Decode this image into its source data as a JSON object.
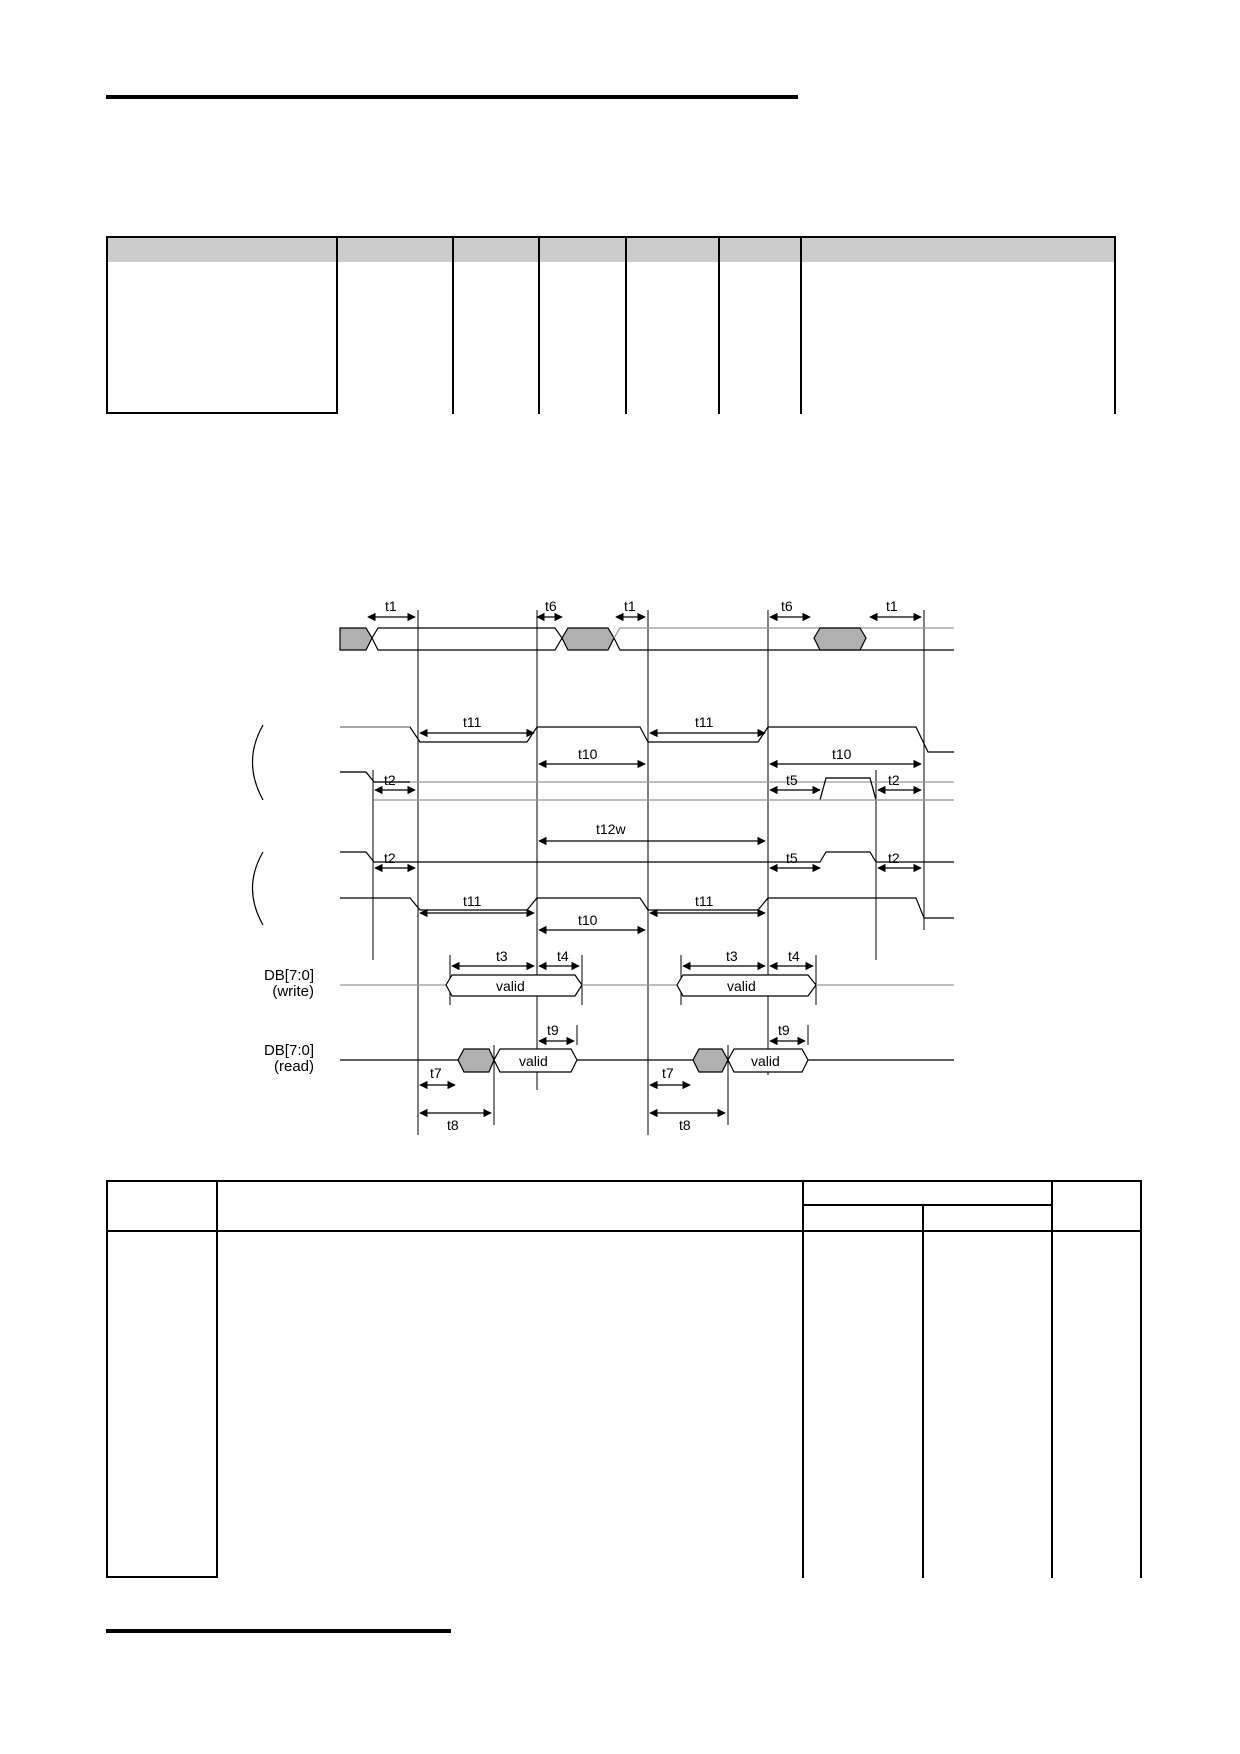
{
  "timing_diagram": {
    "pin_labels": {
      "db_write_line1": "DB[7:0]",
      "db_write_line2": "(write)",
      "db_read_line1": "DB[7:0]",
      "db_read_line2": "(read)"
    },
    "timing_labels": {
      "t1": "t1",
      "t2": "t2",
      "t3": "t3",
      "t4": "t4",
      "t5": "t5",
      "t6": "t6",
      "t7": "t7",
      "t8": "t8",
      "t9": "t9",
      "t10": "t10",
      "t11": "t11",
      "t12w": "t12w"
    },
    "valid_label": "valid"
  }
}
